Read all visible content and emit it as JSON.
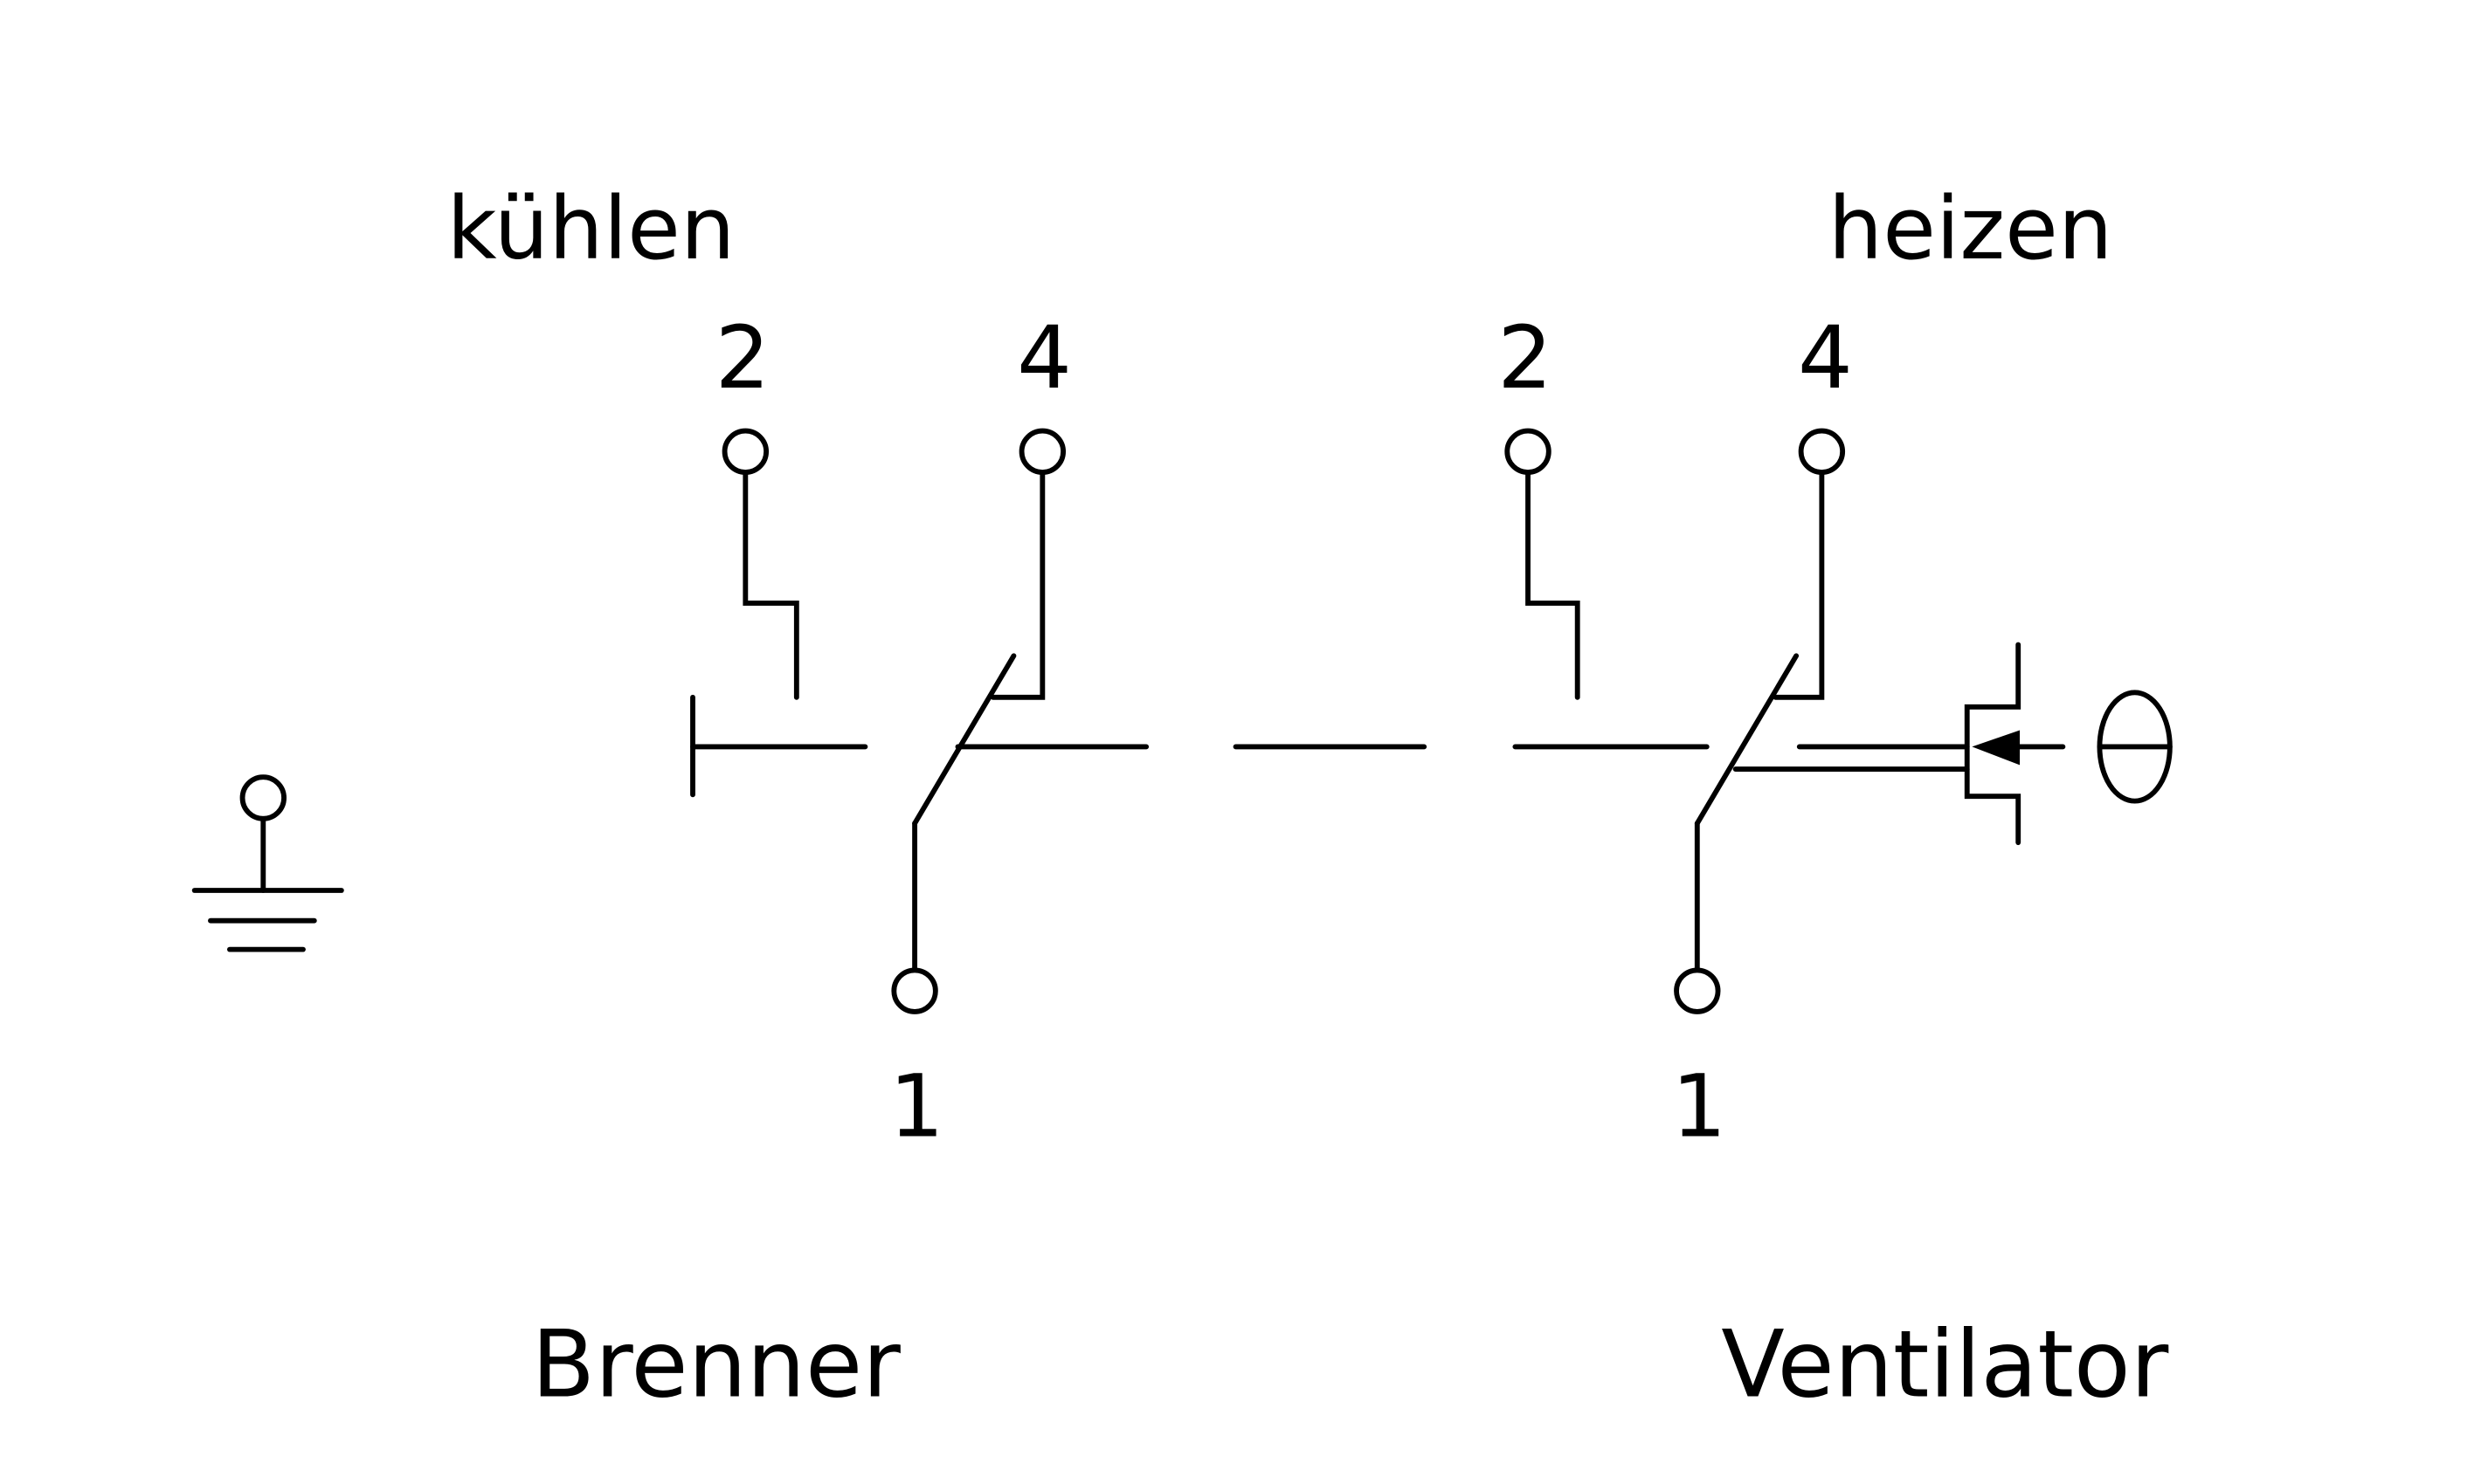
{
  "labels": {
    "cool": "kühlen",
    "heat": "heizen",
    "burner": "Brenner",
    "fan": "Ventilator",
    "theta": "θ"
  },
  "terminals": {
    "burner": {
      "nc": "2",
      "no": "4",
      "common": "1"
    },
    "fan": {
      "nc": "2",
      "no": "4",
      "common": "1"
    }
  },
  "colors": {
    "line": "#000000",
    "background": "#ffffff"
  }
}
